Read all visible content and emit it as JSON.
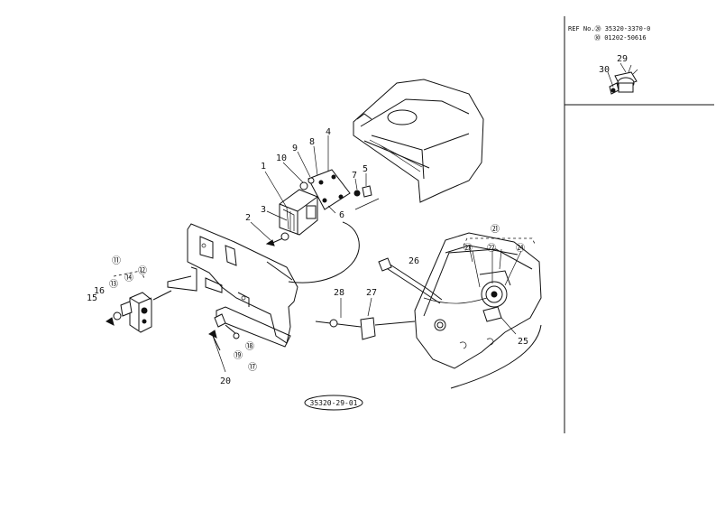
{
  "ref_note": {
    "line1": "REF No.⑳ 35320-3370-0",
    "line2": "㉚ 01202-50616"
  },
  "diagram_code": "35320-29-01",
  "callouts": [
    "1",
    "2",
    "3",
    "4",
    "5",
    "6",
    "7",
    "8",
    "9",
    "10",
    "⑪",
    "⑫",
    "⑬",
    "⑭",
    "15",
    "16",
    "⑰",
    "⑱",
    "⑲",
    "20",
    "㉑",
    "㉒",
    "㉓",
    "㉔",
    "25",
    "26",
    "27",
    "28",
    "29",
    "30"
  ],
  "colors": {
    "ink": "#111111",
    "paper": "#ffffff"
  }
}
